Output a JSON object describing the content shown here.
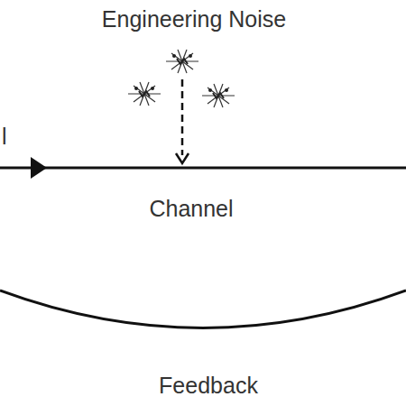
{
  "diagram": {
    "labels": [
      "Engineering Noise",
      "l",
      "Channel",
      "Feedback"
    ]
  }
}
